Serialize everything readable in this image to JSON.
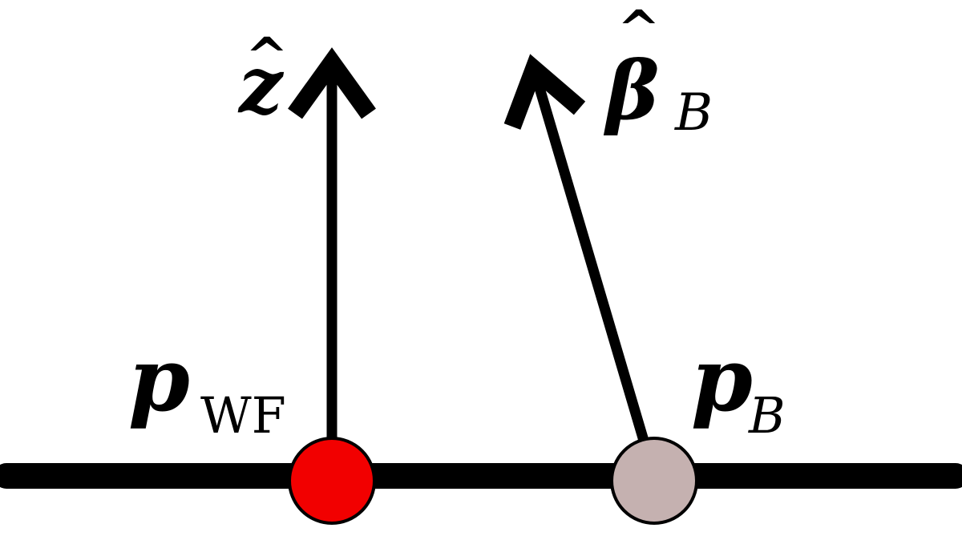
{
  "points": {
    "wf": {
      "label_main": "p",
      "label_sub": "WF",
      "fill_color": "#f20000"
    },
    "b": {
      "label_main": "p",
      "label_sub": "B",
      "fill_color": "#c5b1b0"
    }
  },
  "vectors": {
    "z_hat": {
      "label_main": "z",
      "label_hat": "^"
    },
    "beta_hat": {
      "label_main": "β",
      "label_hat": "^",
      "label_sub": "B"
    }
  },
  "colors": {
    "line": "#000000",
    "background": "#ffffff"
  }
}
